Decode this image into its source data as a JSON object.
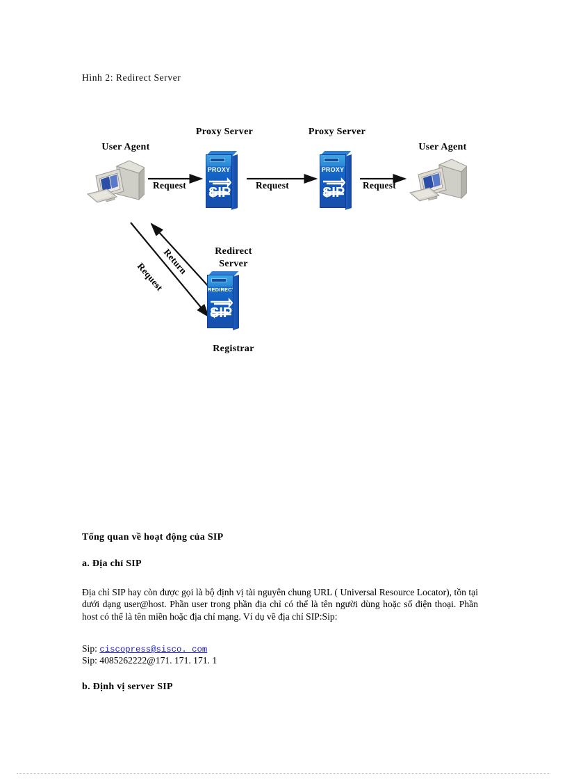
{
  "caption": "Hình 2: Redirect Server",
  "figure": {
    "nodes": [
      {
        "name": "user-agent-left",
        "label": "User Agent",
        "icon": "workstation"
      },
      {
        "name": "proxy-server-1",
        "label": "Proxy Server",
        "icon": "sip-server",
        "tag": "PROXY"
      },
      {
        "name": "proxy-server-2",
        "label": "Proxy Server",
        "icon": "sip-server",
        "tag": "PROXY"
      },
      {
        "name": "user-agent-right",
        "label": "User Agent",
        "icon": "workstation"
      },
      {
        "name": "redirect-server",
        "label_line1": "Redirect",
        "label_line2": "Server",
        "icon": "sip-server",
        "tag": "REDIRECT",
        "sublabel": "Registrar"
      }
    ],
    "arrows": [
      {
        "name": "arrow-ua-to-proxy1",
        "label": "Request",
        "direction": "right"
      },
      {
        "name": "arrow-proxy1-to-proxy2",
        "label": "Request",
        "direction": "right"
      },
      {
        "name": "arrow-proxy2-to-ua",
        "label": "Request",
        "direction": "right"
      },
      {
        "name": "arrow-return-to-ua",
        "label": "Return",
        "direction": "up-left"
      },
      {
        "name": "arrow-request-to-redirect",
        "label": "Request",
        "direction": "down-right"
      }
    ],
    "sip_mark_text": "SIP"
  },
  "body": {
    "heading_overview": "Tổng quan về hoạt động của SIP",
    "heading_a": "a. Địa chỉ SIP",
    "paragraph": "Địa chỉ SIP hay còn được gọi là bộ định vị tài nguyên chung URL ( Universal Resource Locator), tồn tại dưới dạng user@host. Phần user trong phần địa chỉ có thể là tên người dùng hoặc số điện thoại. Phần host có thể là tên miền hoặc địa chỉ mạng. Ví dụ về địa chỉ SIP:Sip:",
    "sip_line_1_prefix": "Sip: ",
    "sip_line_1_link": "ciscopress@sisco. com",
    "sip_line_2": "Sip: 4085262222@171. 171. 171. 1",
    "heading_b": "b. Định vị server SIP"
  },
  "colors": {
    "link": "#1a18c4",
    "server_blue": "#1668c8",
    "server_band": "#3aa7e8",
    "text": "#000000"
  }
}
